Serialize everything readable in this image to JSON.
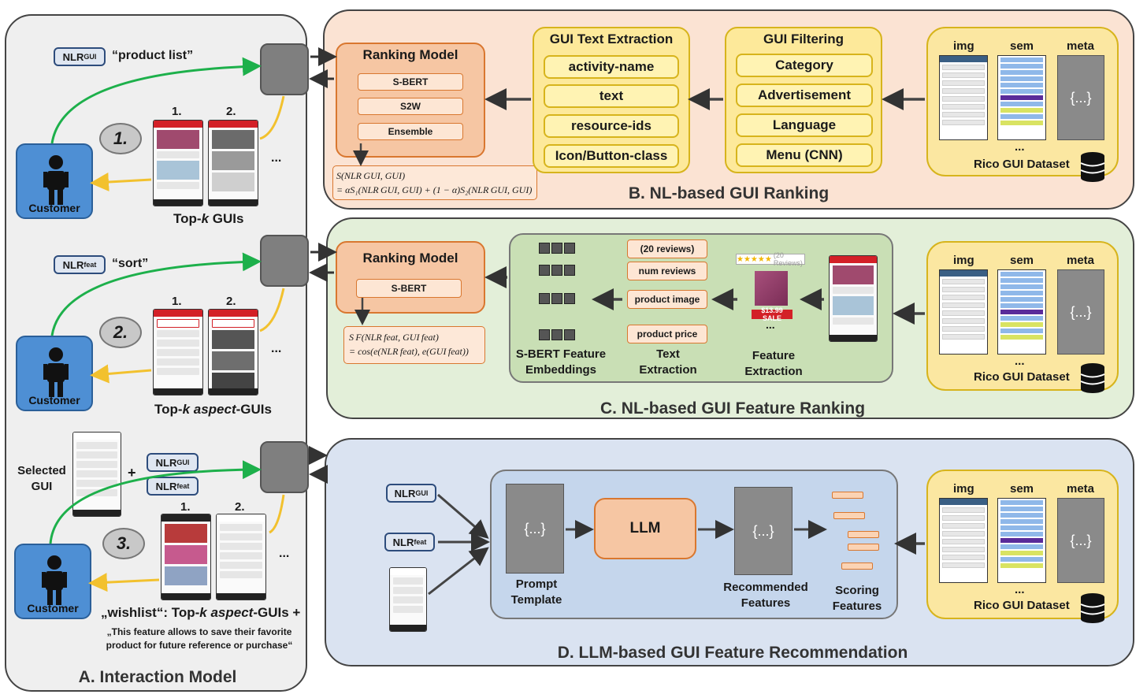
{
  "panel_a": {
    "title": "A. Interaction Model",
    "nlr_gui": "NLR",
    "nlr_gui_sub": "GUI",
    "nlr_feat": "NLR",
    "nlr_feat_sub": "feat",
    "query1": "“product list”",
    "query2": "“sort”",
    "steps": [
      "1.",
      "2.",
      "3."
    ],
    "customer": "Customer",
    "rank1": "1.",
    "rank2": "2.",
    "ellipsis": "...",
    "topk1_a": "Top-",
    "topk1_k": "k",
    "topk1_b": " GUIs",
    "topk2_a": "Top-",
    "topk2_k": "k aspect",
    "topk2_b": "-GUIs",
    "selected_gui": "Selected GUI",
    "plus": "+",
    "wishlist_a": "„wishlist“: Top-",
    "wishlist_k": "k aspect",
    "wishlist_b": "-GUIs +",
    "wishlist_desc1": "„This feature allows to save their favorite",
    "wishlist_desc2": "product for future reference or purchase“"
  },
  "panel_b": {
    "title": "B. NL-based GUI Ranking",
    "ranking_model": "Ranking Model",
    "models": [
      "S-BERT",
      "S2W",
      "Ensemble"
    ],
    "formula1": "S(NLR GUI, GUI)",
    "formula2": "= αS₁(NLR GUI, GUI) + (1 − α)S₂(NLR GUI, GUI)",
    "text_extraction_title": "GUI Text Extraction",
    "text_items": [
      "activity-name",
      "text",
      "resource-ids",
      "Icon/Button-class"
    ],
    "filtering_title": "GUI Filtering",
    "filter_items": [
      "Category",
      "Advertisement",
      "Language",
      "Menu (CNN)"
    ]
  },
  "panel_c": {
    "title": "C. NL-based GUI Feature Ranking",
    "ranking_model": "Ranking Model",
    "model": "S-BERT",
    "formula1": "S F(NLR feat, GUI feat)",
    "formula2": "= cos(e(NLR feat), e(GUI feat))",
    "text_items": [
      "(20 reviews)",
      "num reviews",
      "product image",
      "product price"
    ],
    "sbert_label": "S-BERT Feature Embeddings",
    "text_extraction": "Text Extraction",
    "feature_extraction": "Feature Extraction",
    "stars_note": "(20 Reviews)",
    "price_tag": "$13.99 SALE",
    "ellipsis": "..."
  },
  "panel_d": {
    "title": "D. LLM-based GUI Feature Recommendation",
    "llm": "LLM",
    "prompt_template": "Prompt Template",
    "recommended": "Recommended Features",
    "scoring": "Scoring Features",
    "braces": "{...}"
  },
  "rico": {
    "img": "img",
    "sem": "sem",
    "meta": "meta",
    "braces": "{...}",
    "dots": "...",
    "title": "Rico GUI Dataset"
  },
  "colors": {
    "orange_panel": "#fbe3d3",
    "green_panel": "#e3efd9",
    "blue_panel": "#dae3f1",
    "grey_panel": "#efefef",
    "yellow": "#fff3b3",
    "orange_box": "#f6c6a3",
    "green_arrow": "#1db04b",
    "yellow_arrow": "#f2c12e"
  }
}
